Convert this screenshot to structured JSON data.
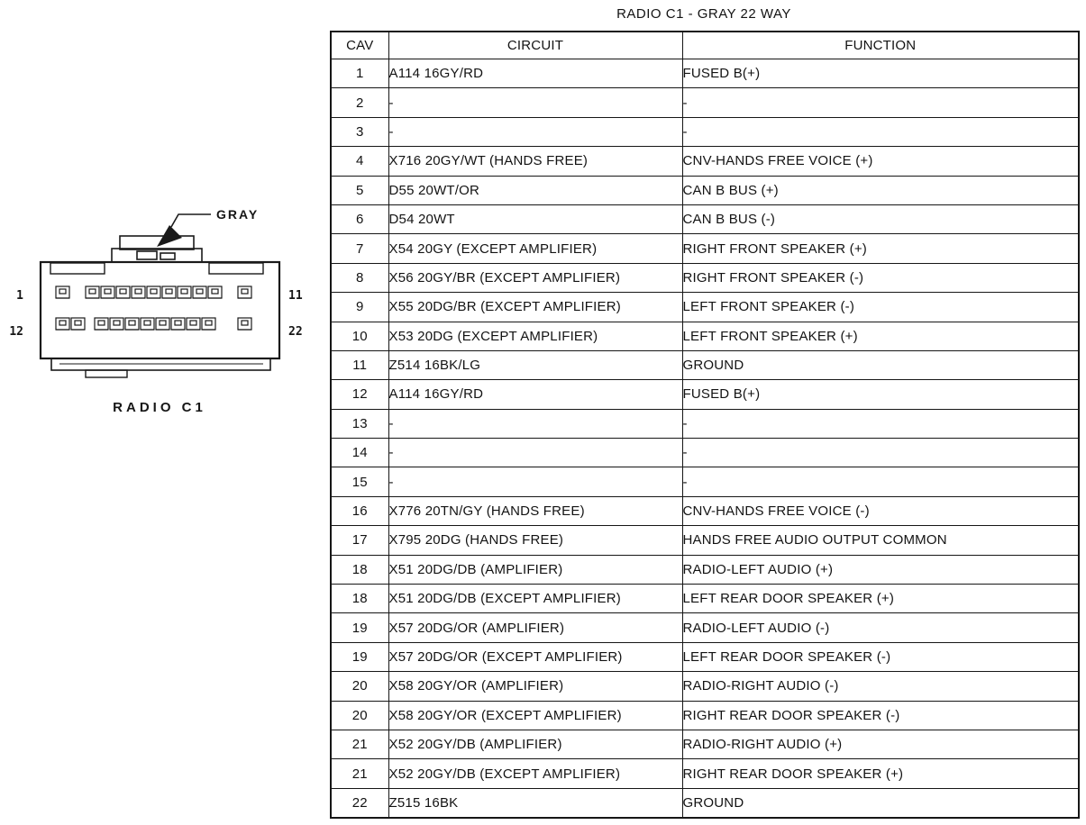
{
  "title": "RADIO C1 - GRAY 22 WAY",
  "connector": {
    "color_label": "GRAY",
    "caption": "RADIO C1",
    "pin_top_left": "1",
    "pin_top_right": "11",
    "pin_bottom_left": "12",
    "pin_bottom_right": "22"
  },
  "table": {
    "headers": [
      "CAV",
      "CIRCUIT",
      "FUNCTION"
    ],
    "rows": [
      {
        "cav": "1",
        "circuit": "A114 16GY/RD",
        "function": "FUSED B(+)"
      },
      {
        "cav": "2",
        "circuit": "-",
        "function": "-"
      },
      {
        "cav": "3",
        "circuit": "-",
        "function": "-"
      },
      {
        "cav": "4",
        "circuit": "X716 20GY/WT (HANDS FREE)",
        "function": "CNV-HANDS FREE VOICE (+)"
      },
      {
        "cav": "5",
        "circuit": "D55 20WT/OR",
        "function": "CAN B BUS (+)"
      },
      {
        "cav": "6",
        "circuit": "D54 20WT",
        "function": "CAN B BUS (-)"
      },
      {
        "cav": "7",
        "circuit": "X54 20GY (EXCEPT AMPLIFIER)",
        "function": "RIGHT FRONT SPEAKER (+)"
      },
      {
        "cav": "8",
        "circuit": "X56 20GY/BR (EXCEPT AMPLIFIER)",
        "function": "RIGHT FRONT SPEAKER (-)"
      },
      {
        "cav": "9",
        "circuit": "X55 20DG/BR (EXCEPT AMPLIFIER)",
        "function": "LEFT FRONT SPEAKER (-)"
      },
      {
        "cav": "10",
        "circuit": "X53 20DG (EXCEPT AMPLIFIER)",
        "function": "LEFT FRONT SPEAKER (+)"
      },
      {
        "cav": "11",
        "circuit": "Z514 16BK/LG",
        "function": "GROUND"
      },
      {
        "cav": "12",
        "circuit": "A114 16GY/RD",
        "function": "FUSED B(+)"
      },
      {
        "cav": "13",
        "circuit": "-",
        "function": "-"
      },
      {
        "cav": "14",
        "circuit": "-",
        "function": "-"
      },
      {
        "cav": "15",
        "circuit": "-",
        "function": "-"
      },
      {
        "cav": "16",
        "circuit": "X776 20TN/GY (HANDS FREE)",
        "function": "CNV-HANDS FREE VOICE (-)"
      },
      {
        "cav": "17",
        "circuit": "X795 20DG (HANDS FREE)",
        "function": "HANDS FREE AUDIO OUTPUT COMMON"
      },
      {
        "cav": "18",
        "circuit": "X51 20DG/DB (AMPLIFIER)",
        "function": "RADIO-LEFT AUDIO (+)"
      },
      {
        "cav": "18",
        "circuit": "X51 20DG/DB (EXCEPT AMPLIFIER)",
        "function": "LEFT REAR DOOR SPEAKER (+)"
      },
      {
        "cav": "19",
        "circuit": "X57 20DG/OR (AMPLIFIER)",
        "function": "RADIO-LEFT AUDIO (-)"
      },
      {
        "cav": "19",
        "circuit": "X57 20DG/OR (EXCEPT AMPLIFIER)",
        "function": "LEFT REAR DOOR SPEAKER (-)"
      },
      {
        "cav": "20",
        "circuit": "X58 20GY/OR (AMPLIFIER)",
        "function": "RADIO-RIGHT AUDIO (-)"
      },
      {
        "cav": "20",
        "circuit": "X58 20GY/OR (EXCEPT AMPLIFIER)",
        "function": "RIGHT REAR DOOR SPEAKER (-)"
      },
      {
        "cav": "21",
        "circuit": "X52 20GY/DB (AMPLIFIER)",
        "function": "RADIO-RIGHT AUDIO (+)"
      },
      {
        "cav": "21",
        "circuit": "X52 20GY/DB (EXCEPT AMPLIFIER)",
        "function": "RIGHT REAR DOOR SPEAKER (+)"
      },
      {
        "cav": "22",
        "circuit": "Z515 16BK",
        "function": "GROUND"
      }
    ]
  }
}
